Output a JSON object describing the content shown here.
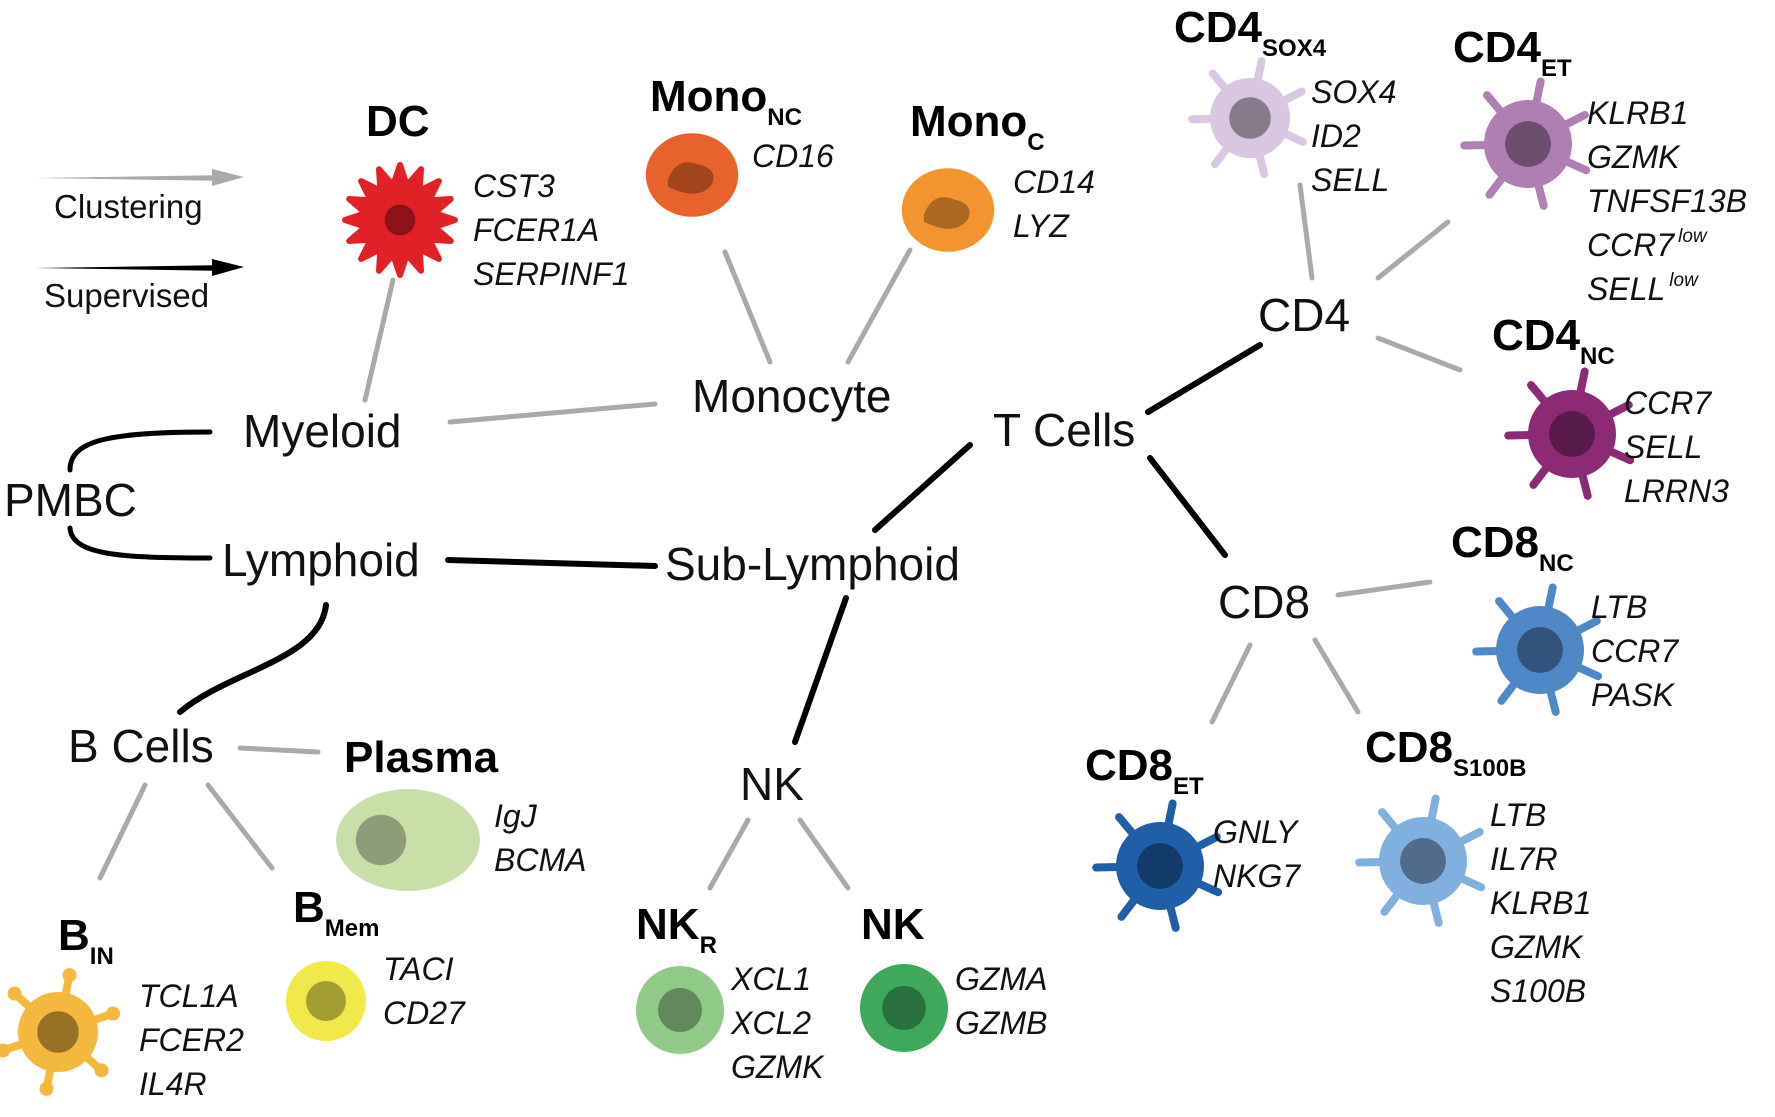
{
  "legend": {
    "clustering": "Clustering",
    "supervised": "Supervised",
    "colors": {
      "clustering": "#a9a9a9",
      "supervised": "#000000"
    }
  },
  "nodes": {
    "pmbc": "PMBC",
    "myeloid": "Myeloid",
    "lymphoid": "Lymphoid",
    "monocyte": "Monocyte",
    "sub_lymphoid": "Sub-Lymphoid",
    "t_cells": "T Cells",
    "cd4": "CD4",
    "cd8": "CD8",
    "b_cells": "B Cells",
    "nk": "NK"
  },
  "cells": {
    "dc": {
      "name": "DC",
      "sub": "",
      "color": "#e02126",
      "shape": "dendritic",
      "genes": [
        "CST3",
        "FCER1A",
        "SERPINF1"
      ]
    },
    "mono_nc": {
      "name": "Mono",
      "sub": "NC",
      "color": "#e9622b",
      "shape": "monocyte",
      "genes": [
        "CD16"
      ]
    },
    "mono_c": {
      "name": "Mono",
      "sub": "C",
      "color": "#f3942e",
      "shape": "monocyte",
      "genes": [
        "CD14",
        "LYZ"
      ]
    },
    "cd4_sox4": {
      "name": "CD4",
      "sub": "SOX4",
      "color": "#d9c6e0",
      "shape": "t-cell",
      "genes": [
        "SOX4",
        "ID2",
        "SELL"
      ]
    },
    "cd4_et": {
      "name": "CD4",
      "sub": "ET",
      "color": "#b07eb3",
      "shape": "t-cell",
      "genes": [
        "KLRB1",
        "GZMK",
        "TNFSF13B",
        "CCR7",
        "SELL"
      ],
      "gene_superscripts": [
        "",
        "",
        "",
        "low",
        "low"
      ]
    },
    "cd4_nc": {
      "name": "CD4",
      "sub": "NC",
      "color": "#8d2a78",
      "shape": "t-cell",
      "genes": [
        "CCR7",
        "SELL",
        "LRRN3"
      ]
    },
    "cd8_nc": {
      "name": "CD8",
      "sub": "NC",
      "color": "#4f88c6",
      "shape": "t-cell",
      "genes": [
        "LTB",
        "CCR7",
        "PASK"
      ]
    },
    "cd8_et": {
      "name": "CD8",
      "sub": "ET",
      "color": "#1f5fa8",
      "shape": "t-cell",
      "genes": [
        "GNLY",
        "NKG7"
      ]
    },
    "cd8_s100b": {
      "name": "CD8",
      "sub": "S100B",
      "color": "#7fb0de",
      "shape": "t-cell",
      "genes": [
        "LTB",
        "IL7R",
        "KLRB1",
        "GZMK",
        "S100B"
      ]
    },
    "plasma": {
      "name": "Plasma",
      "sub": "",
      "color": "#c8e0a8",
      "shape": "plasma",
      "genes": [
        "IgJ",
        "BCMA"
      ]
    },
    "b_in": {
      "name": "B",
      "sub": "IN",
      "color": "#f3b83d",
      "shape": "b-cell",
      "genes": [
        "TCL1A",
        "FCER2",
        "IL4R"
      ]
    },
    "b_mem": {
      "name": "B",
      "sub": "Mem",
      "color": "#f2e84a",
      "shape": "round",
      "genes": [
        "TACI",
        "CD27"
      ]
    },
    "nk_r": {
      "name": "NK",
      "sub": "R",
      "color": "#8fcb86",
      "shape": "round",
      "genes": [
        "XCL1",
        "XCL2",
        "GZMK"
      ]
    },
    "nk": {
      "name": "NK",
      "sub": "",
      "color": "#3fa95a",
      "shape": "round",
      "genes": [
        "GZMA",
        "GZMB"
      ]
    }
  },
  "edges": [
    {
      "from": "pmbc",
      "to": "myeloid",
      "type": "supervised"
    },
    {
      "from": "pmbc",
      "to": "lymphoid",
      "type": "supervised"
    },
    {
      "from": "myeloid",
      "to": "dc",
      "type": "clustering"
    },
    {
      "from": "myeloid",
      "to": "monocyte",
      "type": "clustering"
    },
    {
      "from": "monocyte",
      "to": "mono_nc",
      "type": "clustering"
    },
    {
      "from": "monocyte",
      "to": "mono_c",
      "type": "clustering"
    },
    {
      "from": "lymphoid",
      "to": "sub_lymphoid",
      "type": "supervised"
    },
    {
      "from": "lymphoid",
      "to": "b_cells",
      "type": "supervised"
    },
    {
      "from": "sub_lymphoid",
      "to": "t_cells",
      "type": "supervised"
    },
    {
      "from": "sub_lymphoid",
      "to": "nk",
      "type": "supervised"
    },
    {
      "from": "t_cells",
      "to": "cd4",
      "type": "supervised"
    },
    {
      "from": "t_cells",
      "to": "cd8",
      "type": "supervised"
    },
    {
      "from": "cd4",
      "to": "cd4_sox4",
      "type": "clustering"
    },
    {
      "from": "cd4",
      "to": "cd4_et",
      "type": "clustering"
    },
    {
      "from": "cd4",
      "to": "cd4_nc",
      "type": "clustering"
    },
    {
      "from": "cd8",
      "to": "cd8_nc",
      "type": "clustering"
    },
    {
      "from": "cd8",
      "to": "cd8_et",
      "type": "clustering"
    },
    {
      "from": "cd8",
      "to": "cd8_s100b",
      "type": "clustering"
    },
    {
      "from": "b_cells",
      "to": "plasma",
      "type": "clustering"
    },
    {
      "from": "b_cells",
      "to": "b_in",
      "type": "clustering"
    },
    {
      "from": "b_cells",
      "to": "b_mem",
      "type": "clustering"
    },
    {
      "from": "nk",
      "to": "nk_r",
      "type": "clustering"
    },
    {
      "from": "nk",
      "to": "nk",
      "type": "clustering"
    }
  ]
}
